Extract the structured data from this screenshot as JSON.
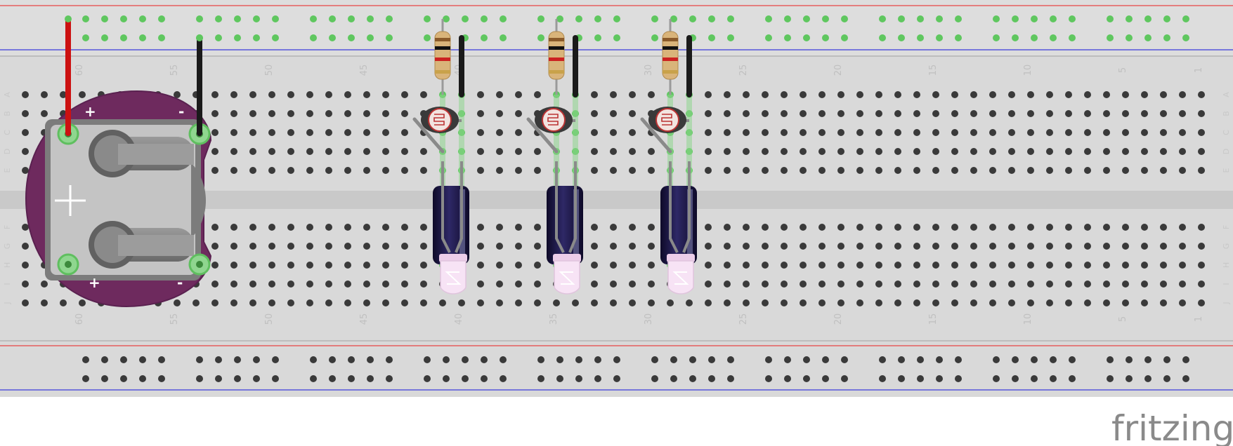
{
  "breadboard": {
    "column_count": 63,
    "column_labels": [
      "60",
      "55",
      "50",
      "45",
      "40",
      "35",
      "30",
      "25",
      "20",
      "15",
      "10",
      "5",
      "1"
    ],
    "row_labels_top": [
      "A",
      "B",
      "C",
      "D",
      "E"
    ],
    "row_labels_bottom": [
      "F",
      "G",
      "H",
      "I",
      "J"
    ]
  },
  "battery_holder": {
    "positive_label": "+",
    "negative_label": "-"
  },
  "colors": {
    "board": "#d9d9d9",
    "rail_red": "#e84545",
    "rail_blue": "#3b3bdb",
    "hole": "#3a3a3a",
    "hole_active": "#5fc75f",
    "wire_red": "#cc1111",
    "wire_black": "#1a1a1a",
    "battery_pcb": "#6e2a5e",
    "capacitor": "#1c1640",
    "led": "#f7e3f5"
  },
  "components": {
    "circuit_count": 3,
    "parts": [
      "resistor",
      "photocell",
      "capacitor",
      "led"
    ]
  },
  "logo": {
    "text": "fritzing"
  }
}
